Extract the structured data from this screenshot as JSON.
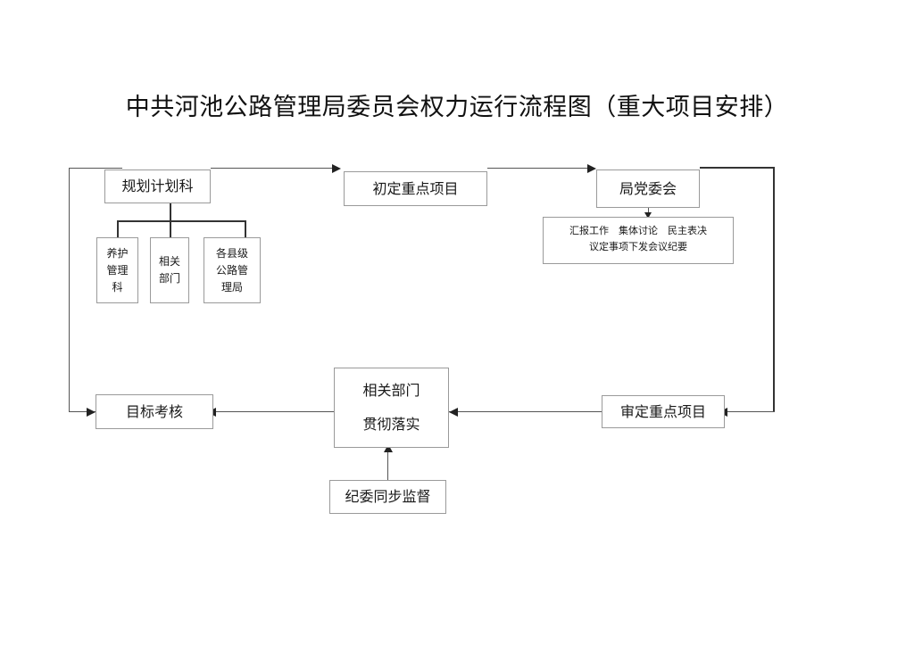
{
  "document": {
    "title": "中共河池公路管理局委员会权力运行流程图（重大项目安排）"
  },
  "nodes": {
    "planning_section": {
      "label": "规划计划科"
    },
    "initial_projects": {
      "label": "初定重点项目"
    },
    "party_committee": {
      "label": "局党委会"
    },
    "committee_detail": {
      "line1": "汇报工作　集体讨论　民主表决",
      "line2": "议定事项下发会议纪要"
    },
    "maintenance_dept": {
      "line1": "养护",
      "line2": "管理",
      "line3": "科"
    },
    "related_dept_small": {
      "line1": "相关",
      "line2": "部门"
    },
    "county_bureaus": {
      "line1": "各县级",
      "line2": "公路管",
      "line3": "理局"
    },
    "target_assessment": {
      "label": "目标考核"
    },
    "implementation": {
      "line1": "相关部门",
      "line2": "贯彻落实"
    },
    "review_projects": {
      "label": "审定重点项目"
    },
    "discipline_supervision": {
      "label": "纪委同步监督"
    }
  },
  "colors": {
    "box_border": "#9a9a9a",
    "connector": "#555555",
    "arrow": "#222222",
    "background": "#ffffff",
    "text": "#1a1a1a"
  }
}
